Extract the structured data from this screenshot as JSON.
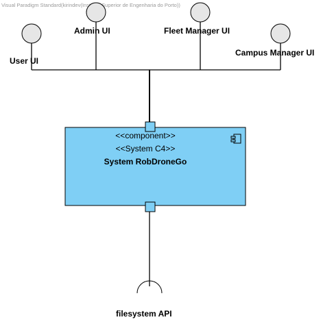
{
  "watermark": "Visual Paradigm Standard(kirindev(Instituto Superior de Engenharia do Porto))",
  "provided_interfaces": [
    {
      "label": "User UI"
    },
    {
      "label": "Admin UI"
    },
    {
      "label": "Fleet Manager UI"
    },
    {
      "label": "Campus Manager UI"
    }
  ],
  "component": {
    "stereotype_1": "<<component>>",
    "stereotype_2": "<<System C4>>",
    "name": "System RobDroneGo",
    "fill_color": "#7fcff5",
    "icon": "component-icon"
  },
  "required_interface": {
    "label": "filesystem API"
  },
  "colors": {
    "component_fill": "#7fcff5",
    "lollipop_fill": "#e6e6e6",
    "watermark": "#9a9a9a"
  }
}
